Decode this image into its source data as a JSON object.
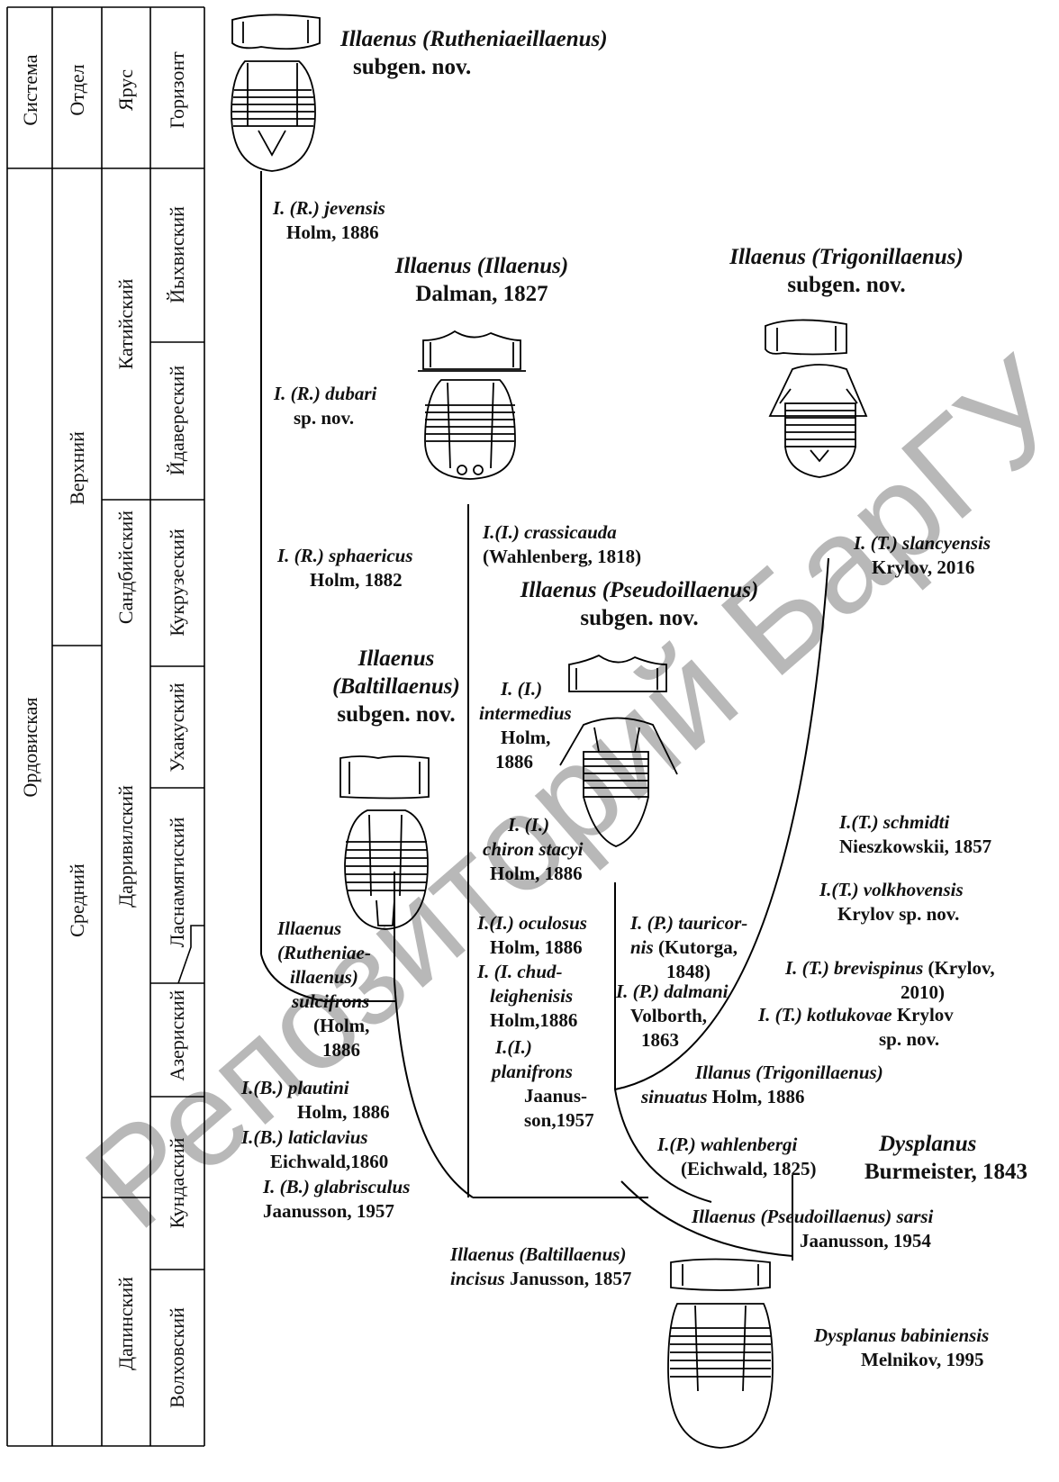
{
  "strat_headers": {
    "system": "Система",
    "series": "Отдел",
    "stage": "Ярус",
    "horizon": "Горизонт"
  },
  "strat_cells": {
    "ordovician": "Ордовиская",
    "upper": "Верхний",
    "middle": "Средний",
    "katian": "Катийский",
    "sandbian": "Сандбийский",
    "darriwilian": "Дарривилский",
    "dapingian": "Дапинский",
    "yikhvi": "Йыхвиский",
    "idavere": "Йдавереский",
    "kukruse": "Кукрузеский",
    "uhaku": "Ухакуский",
    "lasnamagi": "Ласнамягиский",
    "aseri": "Азериский",
    "kunda": "Кундаский",
    "volkhov": "Волховский"
  },
  "labels": {
    "rutheniae_title": [
      "Illaenus (Rutheniaeillaenus)",
      "subgen. nov."
    ],
    "jevensis": [
      "I. (R.) jevensis",
      "Holm, 1886"
    ],
    "illaenus_title": [
      "Illaenus (Illaenus)",
      "Dalman, 1827"
    ],
    "trigon_title": [
      "Illaenus (Trigonillaenus)",
      "subgen. nov."
    ],
    "dubari": [
      "I. (R.) dubari",
      "sp. nov."
    ],
    "crassicauda": [
      "I.(I.) crassicauda",
      "(Wahlenberg, 1818)"
    ],
    "slancyensis": [
      "I. (T.) slancyensis",
      "Krylov, 2016"
    ],
    "sphaericus": [
      "I. (R.) sphaericus",
      "Holm, 1882"
    ],
    "pseudo_title": [
      "Illaenus (Pseudoillaenus)",
      "subgen. nov."
    ],
    "balt_title": [
      "Illaenus",
      "(Baltillaenus)",
      "subgen. nov."
    ],
    "intermedius": [
      "I. (I.)",
      "intermedius",
      "Holm,",
      "1886"
    ],
    "chiron": [
      "I. (I.)",
      "chiron stacyi",
      "Holm, 1886"
    ],
    "schmidti": [
      "I.(T.) schmidti",
      "Nieszkowskii, 1857"
    ],
    "volkhovensis": [
      "I.(T.) volkhovensis",
      "Krylov sp. nov."
    ],
    "sulcifrons": [
      "Illaenus",
      "(Rutheniae-",
      "illaenus)",
      "sulcifrons",
      "(Holm,",
      "1886"
    ],
    "oculosus": [
      "I.(I.) oculosus",
      "Holm, 1886"
    ],
    "tauricornis": [
      "I. (P.) tauricor-",
      "nis",
      "(Kutorga,",
      "1848)"
    ],
    "brevispinus": [
      "I. (T.)  brevispinus",
      "(Krylov,",
      "2010)"
    ],
    "chudleigh": [
      "I. (I. chud-",
      "leighenisis",
      "Holm,1886"
    ],
    "dalmani": [
      "I. (P.) dalmani",
      "Volborth,",
      "1863"
    ],
    "kotlukovae": [
      "I. (T.)  kotlukovae",
      "Krylov",
      "sp. nov."
    ],
    "planifrons": [
      "I.(I.)",
      "planifrons",
      "Jaanus-",
      "son,1957"
    ],
    "sinuatus": [
      "Illanus (Trigonillaenus)",
      "sinuatus",
      "Holm, 1886"
    ],
    "plautini": [
      "I.(B.) plautini",
      "Holm, 1886"
    ],
    "laticlavius": [
      "I.(B.) laticlavius",
      "Eichwald,1860"
    ],
    "glabrisculus": [
      "I. (B.) glabrisculus",
      "Jaanusson, 1957"
    ],
    "wahlenbergi": [
      "I.(P.) wahlenbergi",
      "(Eichwald, 1825)"
    ],
    "dysplanus_title": [
      "Dysplanus",
      "Burmeister, 1843"
    ],
    "sarsi": [
      "Illaenus (Pseudoillaenus) sarsi",
      "Jaanusson, 1954"
    ],
    "incisus": [
      "Illaenus (Baltillaenus)",
      "incisus",
      "Janusson, 1857"
    ],
    "babiniensis": [
      "Dysplanus babiniensis",
      "Melnikov, 1995"
    ]
  },
  "watermark": "Репозиторий БарГУ"
}
